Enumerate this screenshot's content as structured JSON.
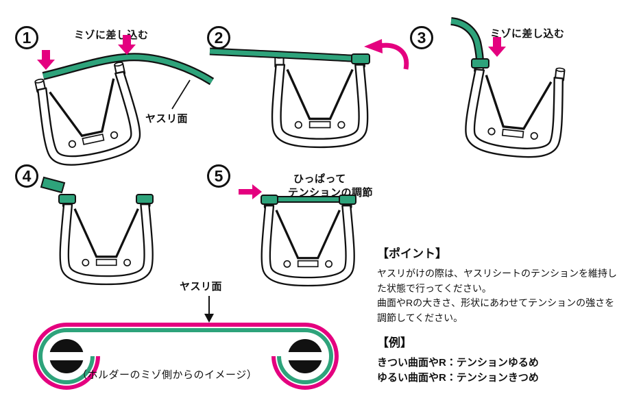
{
  "colors": {
    "pink": "#e4007f",
    "green": "#2ea37b",
    "ink": "#111111"
  },
  "steps": {
    "s1": {
      "num": "1",
      "label": "ミゾに差し込む"
    },
    "s2": {
      "num": "2"
    },
    "s3": {
      "num": "3",
      "label": "ミゾに差し込む"
    },
    "s4": {
      "num": "4"
    },
    "s5": {
      "num": "5",
      "label1": "ひっぱって",
      "label2": "テンションの調節"
    }
  },
  "labels": {
    "file_surface_step1": "ヤスリ面",
    "file_surface_bottom": "ヤスリ面",
    "cross_section_caption": "（ホルダーのミゾ側からのイメージ）"
  },
  "point": {
    "heading": "【ポイント】",
    "para1": "ヤスリがけの際は、ヤスリシートのテンションを維持した状態で行ってください。",
    "para2": "曲面やRの大きさ、形状にあわせてテンションの強さを調節してください。"
  },
  "example": {
    "heading": "【例】",
    "line1": "きつい曲面やR：テンションゆるめ",
    "line2": "ゆるい曲面やR：テンションきつめ"
  }
}
